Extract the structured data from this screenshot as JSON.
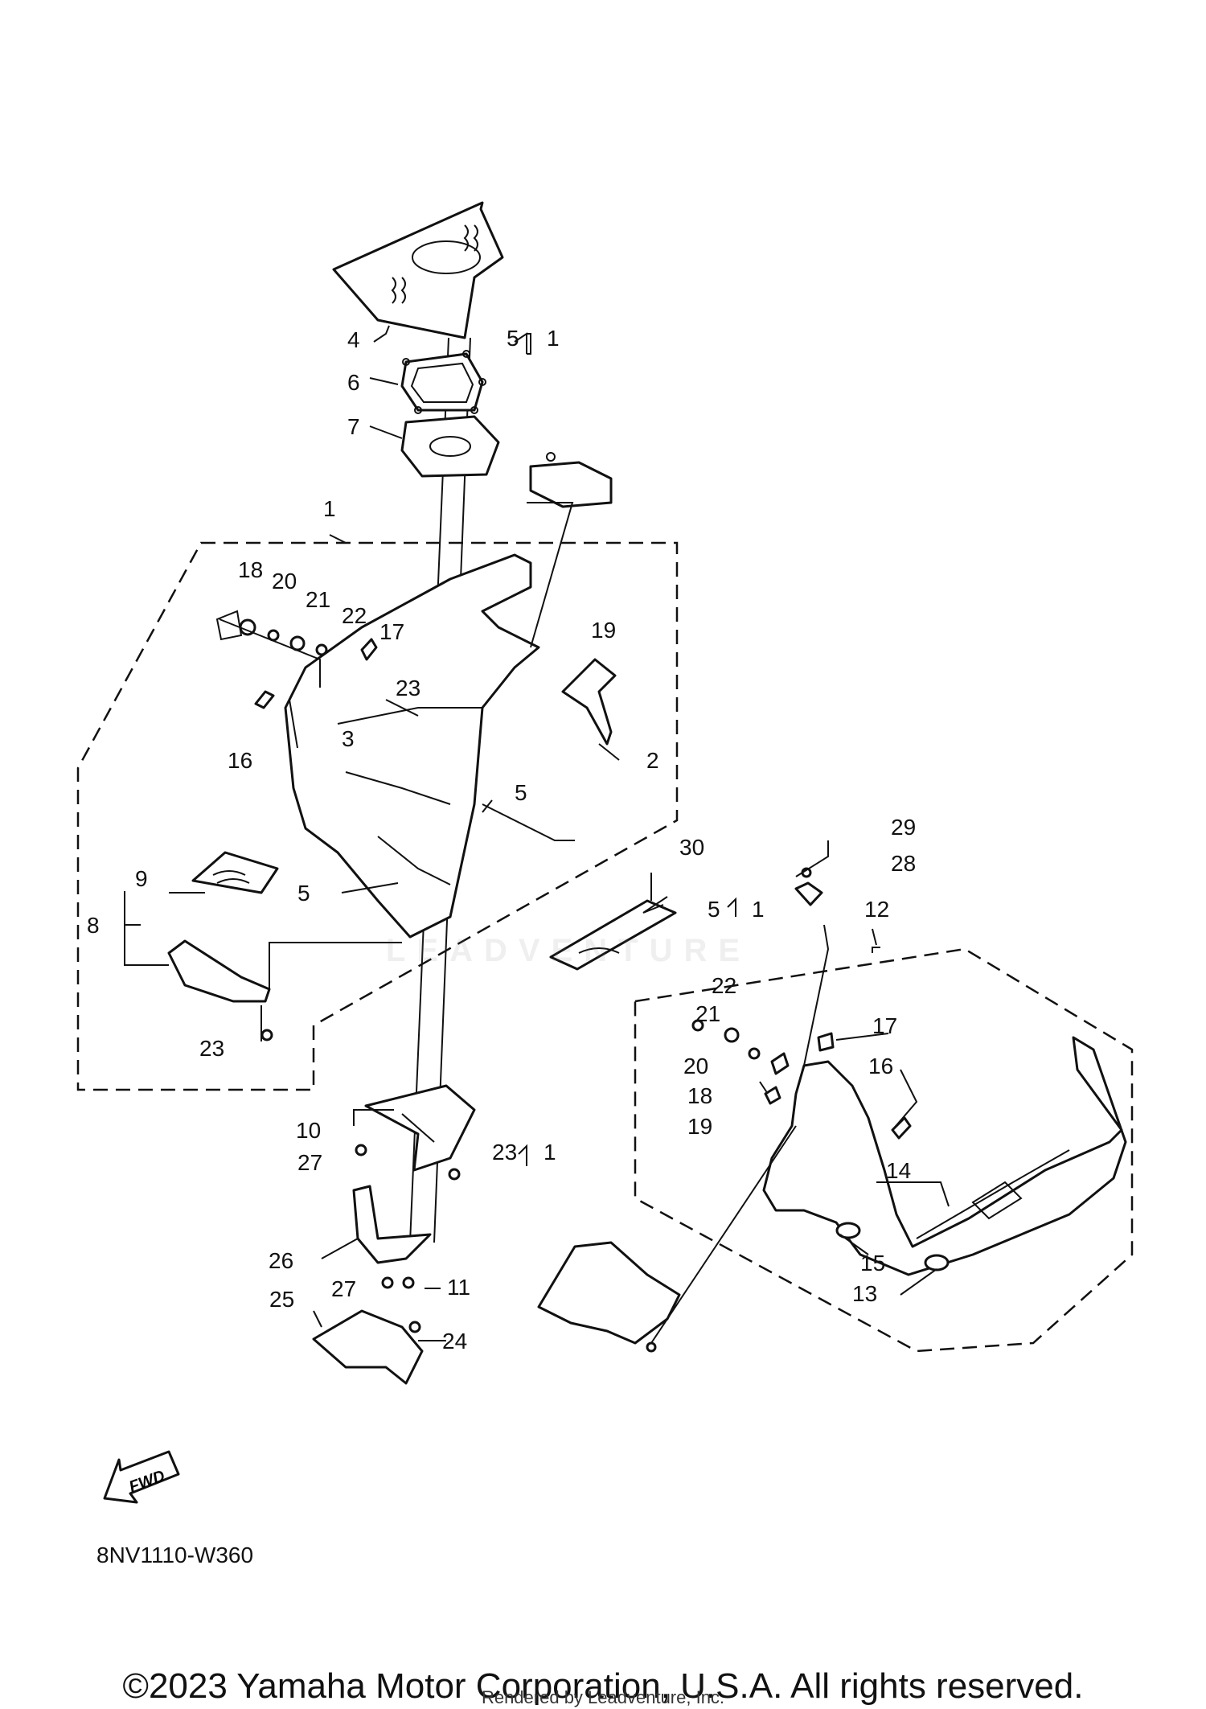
{
  "diagram_code": "8NV1110-W360",
  "copyright": "©2023 Yamaha Motor Corporation, U.S.A. All rights reserved.",
  "rendered_by": "Rendered by Leadventure, Inc.",
  "watermark": "LEADVENTURE",
  "fwd_label": "FWD",
  "callouts": [
    "4",
    "5",
    "1",
    "6",
    "7",
    "1",
    "18",
    "20",
    "21",
    "22",
    "17",
    "19",
    "23",
    "3",
    "2",
    "16",
    "5",
    "5",
    "9",
    "8",
    "23",
    "30",
    "5",
    "1",
    "29",
    "28",
    "12",
    "22",
    "21",
    "17",
    "20",
    "16",
    "18",
    "19",
    "14",
    "15",
    "13",
    "10",
    "27",
    "23",
    "1",
    "26",
    "27",
    "11",
    "25",
    "24"
  ]
}
